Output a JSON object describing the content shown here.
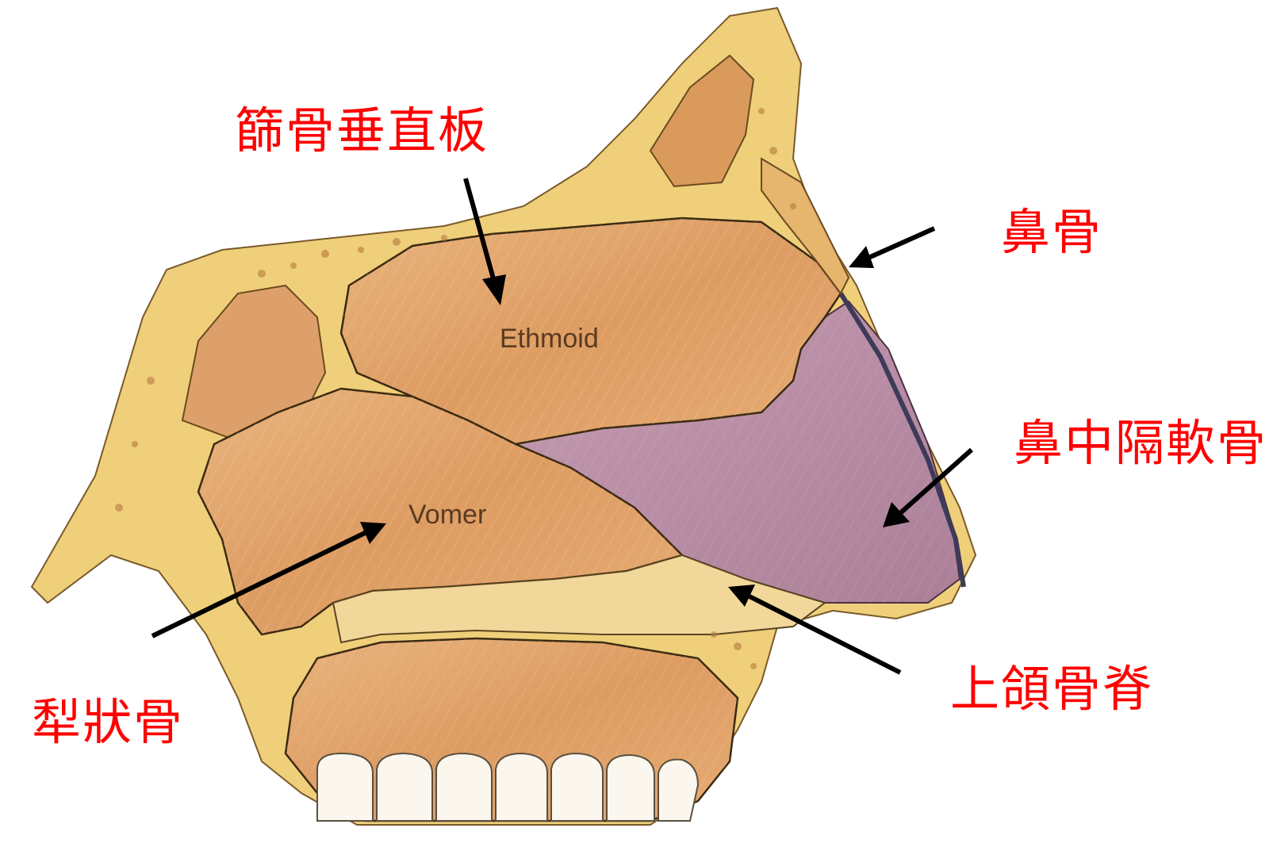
{
  "labels": {
    "ethmoid_plate": "篩骨垂直板",
    "nasal_bone": "鼻骨",
    "septal_cartilage": "鼻中隔軟骨",
    "maxillary_crest": "上頜骨脊",
    "vomer": "犁狀骨"
  },
  "illustration": {
    "ethmoid_text": "Ethmoid",
    "vomer_text": "Vomer"
  },
  "colors": {
    "label_red": "#ff0000",
    "bone_tan": "#e2a670",
    "bone_frame_yellow": "#efcf7a",
    "cartilage_mauve": "#b78ca4",
    "arrow_black": "#000000"
  }
}
